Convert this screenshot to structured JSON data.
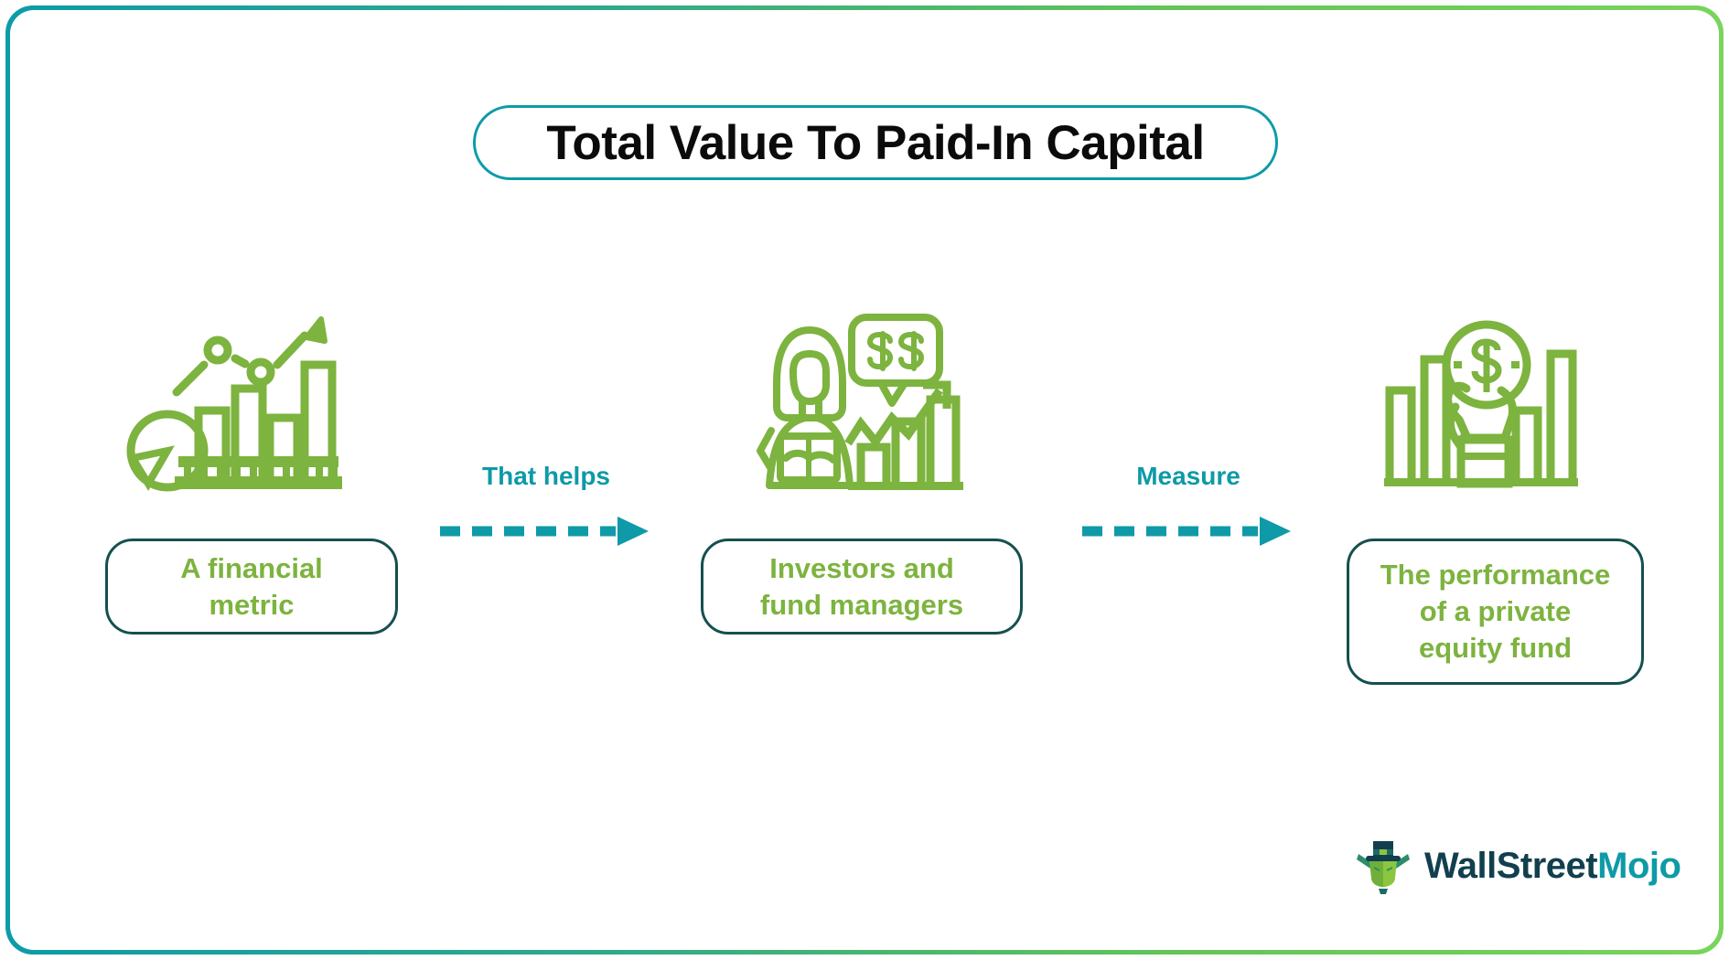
{
  "title": "Total Value To Paid-In Capital",
  "colors": {
    "green": "#7DB33F",
    "teal": "#0E9AA7",
    "dark_teal": "#14504E",
    "border_gradient_start": "#0D9BA8",
    "border_gradient_end": "#79D45C",
    "title_text": "#0B0B0B"
  },
  "steps": [
    {
      "icon": "pie-bar-chart-growth-icon",
      "label": "A financial\nmetric",
      "label_line1": "A financial",
      "label_line2": "metric"
    },
    {
      "icon": "investor-person-dollar-chart-icon",
      "label": "Investors and\nfund managers",
      "label_line1": "Investors and",
      "label_line2": "fund managers"
    },
    {
      "icon": "hand-holding-dollar-coin-bar-chart-icon",
      "label": "The performance\nof a private\nequity fund",
      "label_line1": "The performance",
      "label_line2": "of a private",
      "label_line3": "equity fund"
    }
  ],
  "connectors": [
    {
      "label": "That helps",
      "icon": "dashed-arrow-right-icon"
    },
    {
      "label": "Measure",
      "icon": "dashed-arrow-right-icon"
    }
  ],
  "logo": {
    "icon": "wallstreetmojo-bull-mascot-icon",
    "word_primary": "WallStreet",
    "word_secondary": "Mojo"
  }
}
